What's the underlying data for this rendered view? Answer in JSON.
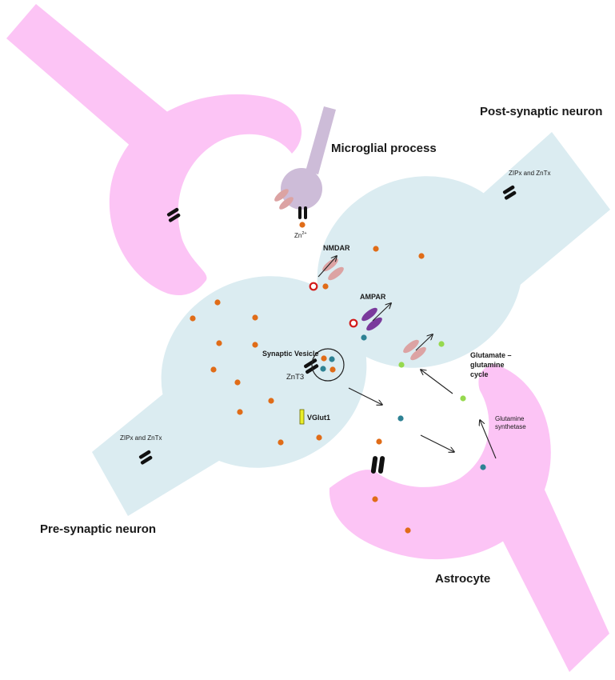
{
  "labels": {
    "post_synaptic_neuron": "Post-synaptic neuron",
    "microglial_process": "Microglial process",
    "pre_synaptic_neuron": "Pre-synaptic neuron",
    "astrocyte": "Astrocyte",
    "zn2_prefix": "Zn",
    "zn2_superscript": "2+",
    "nmdar": "NMDAR",
    "ampar": "AMPAR",
    "synaptic_vesicle": "Synaptic Vesicle",
    "znt3": "ZnT3",
    "vglut1": "VGlut1",
    "zipx_post": "ZIPx and ZnTx",
    "zipx_pre": "ZIPx and ZnTx",
    "glutamate_cycle_1": "Glutamate –",
    "glutamate_cycle_2": "glutamine",
    "glutamate_cycle_3": "cycle",
    "glutamine_synthetase_1": "Glutamine",
    "glutamine_synthetase_2": "synthetase"
  },
  "colors": {
    "pink_cell": "#fcc4f5",
    "blue_cell": "#dbecf1",
    "microglia": "#cdbcd8",
    "zinc_dot": "#e06c18",
    "glutamate_dot": "#96d94e",
    "glutamine_dot": "#2e8294",
    "nmdar_receptor": "#dca3a3",
    "ampar_receptor": "#7a3a9c",
    "vglut_fill": "#e9ee2a",
    "transporter": "#111111"
  }
}
